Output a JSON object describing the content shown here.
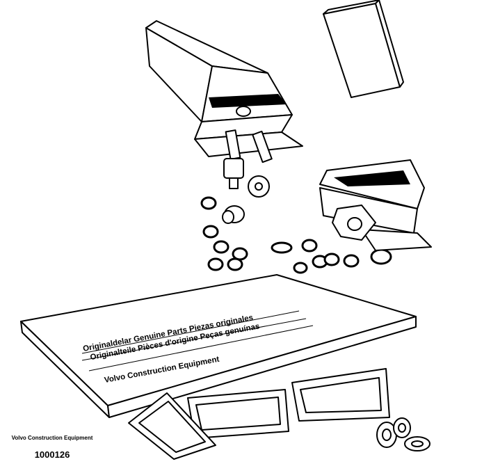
{
  "card": {
    "line1": "Originaldelar Genuine Parts Piezas originales",
    "line2": "Originalteile Pièces d'origine Peças genuínas",
    "line3": "Volvo Construction Equipment"
  },
  "caption": {
    "company": "Volvo Construction Equipment",
    "figure_number": "1000126"
  }
}
